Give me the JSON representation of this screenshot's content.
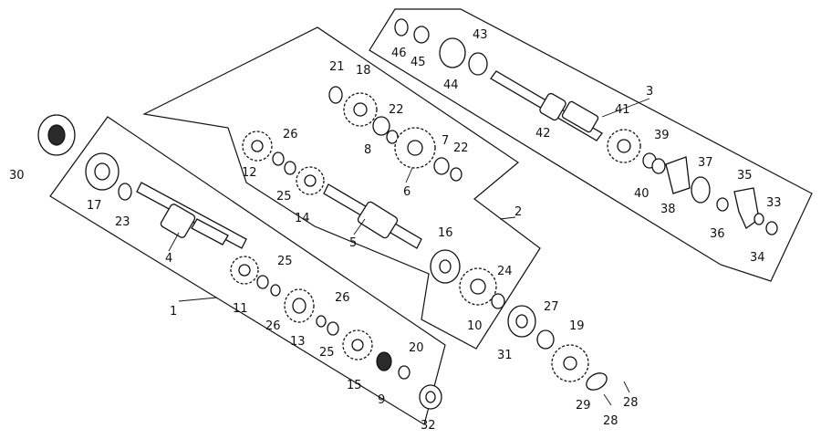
{
  "diagram": {
    "callouts": [
      {
        "id": "c1",
        "text": "1"
      },
      {
        "id": "c2",
        "text": "2"
      },
      {
        "id": "c3",
        "text": "3"
      },
      {
        "id": "c4",
        "text": "4"
      },
      {
        "id": "c5",
        "text": "5"
      },
      {
        "id": "c6",
        "text": "6"
      },
      {
        "id": "c7",
        "text": "7"
      },
      {
        "id": "c8",
        "text": "8"
      },
      {
        "id": "c9",
        "text": "9"
      },
      {
        "id": "c10",
        "text": "10"
      },
      {
        "id": "c11",
        "text": "11"
      },
      {
        "id": "c12",
        "text": "12"
      },
      {
        "id": "c13",
        "text": "13"
      },
      {
        "id": "c14",
        "text": "14"
      },
      {
        "id": "c15",
        "text": "15"
      },
      {
        "id": "c16",
        "text": "16"
      },
      {
        "id": "c17",
        "text": "17"
      },
      {
        "id": "c18",
        "text": "18"
      },
      {
        "id": "c19",
        "text": "19"
      },
      {
        "id": "c20",
        "text": "20"
      },
      {
        "id": "c21",
        "text": "21"
      },
      {
        "id": "c22a",
        "text": "22"
      },
      {
        "id": "c22b",
        "text": "22"
      },
      {
        "id": "c23",
        "text": "23"
      },
      {
        "id": "c24",
        "text": "24"
      },
      {
        "id": "c25a",
        "text": "25"
      },
      {
        "id": "c25b",
        "text": "25"
      },
      {
        "id": "c25c",
        "text": "25"
      },
      {
        "id": "c26a",
        "text": "26"
      },
      {
        "id": "c26b",
        "text": "26"
      },
      {
        "id": "c26c",
        "text": "26"
      },
      {
        "id": "c27",
        "text": "27"
      },
      {
        "id": "c28a",
        "text": "28"
      },
      {
        "id": "c28b",
        "text": "28"
      },
      {
        "id": "c29",
        "text": "29"
      },
      {
        "id": "c30",
        "text": "30"
      },
      {
        "id": "c31",
        "text": "31"
      },
      {
        "id": "c32",
        "text": "32"
      },
      {
        "id": "c33",
        "text": "33"
      },
      {
        "id": "c34",
        "text": "34"
      },
      {
        "id": "c35",
        "text": "35"
      },
      {
        "id": "c36",
        "text": "36"
      },
      {
        "id": "c37",
        "text": "37"
      },
      {
        "id": "c38",
        "text": "38"
      },
      {
        "id": "c39",
        "text": "39"
      },
      {
        "id": "c40",
        "text": "40"
      },
      {
        "id": "c41",
        "text": "41"
      },
      {
        "id": "c42",
        "text": "42"
      },
      {
        "id": "c43",
        "text": "43"
      },
      {
        "id": "c44",
        "text": "44"
      },
      {
        "id": "c45",
        "text": "45"
      },
      {
        "id": "c46",
        "text": "46"
      }
    ]
  }
}
